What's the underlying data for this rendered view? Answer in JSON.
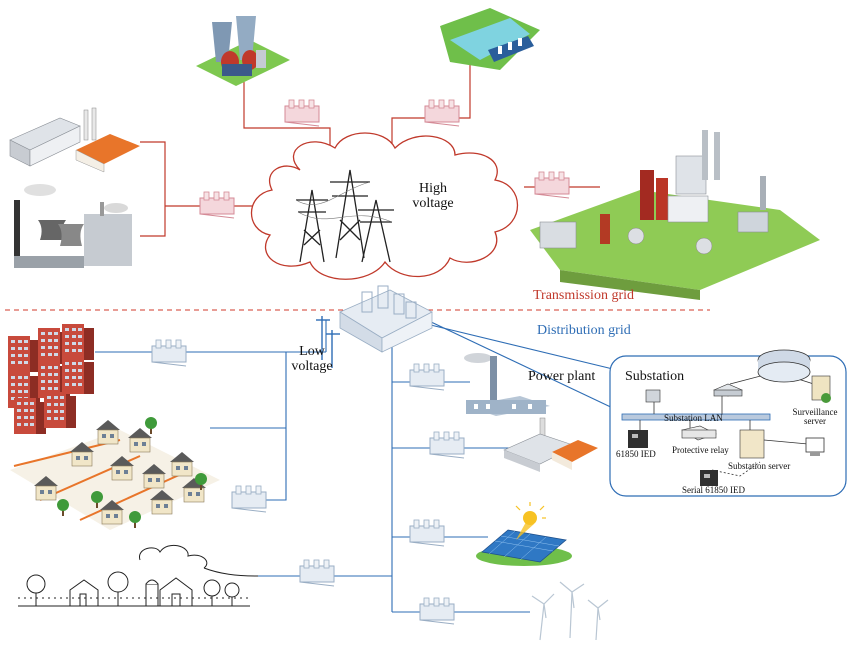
{
  "labels": {
    "high_voltage": "High voltage",
    "transmission_grid": "Transmission grid",
    "distribution_grid": "Distribution grid",
    "low_voltage": "Low voltage",
    "power_plant": "Power plant",
    "substation": "Substation",
    "substation_lan": "Substation LAN",
    "surveillance_server": "Surveillance server",
    "iec61850_ied": "61850 IED",
    "protective_relay": "Protective relay",
    "substation_server": "Substation server",
    "serial_61850_ied": "Serial 61850 IED"
  },
  "colors": {
    "transmission": "#c0392b",
    "distribution": "#2e6db5",
    "divider": "#d0392b",
    "cloud_stroke": "#c0392b",
    "substation_box": "#2e6db5"
  },
  "icons": [
    "nuclear-plant-icon",
    "hydro-dam-icon",
    "factory-icon",
    "thermal-plant-icon",
    "refinery-complex-icon",
    "transmission-tower-icon",
    "substation-icon",
    "apartment-buildings-icon",
    "houses-icon",
    "farm-icon",
    "solar-panel-icon",
    "wind-turbine-icon",
    "transformer-icon",
    "server-icon",
    "router-icon"
  ]
}
